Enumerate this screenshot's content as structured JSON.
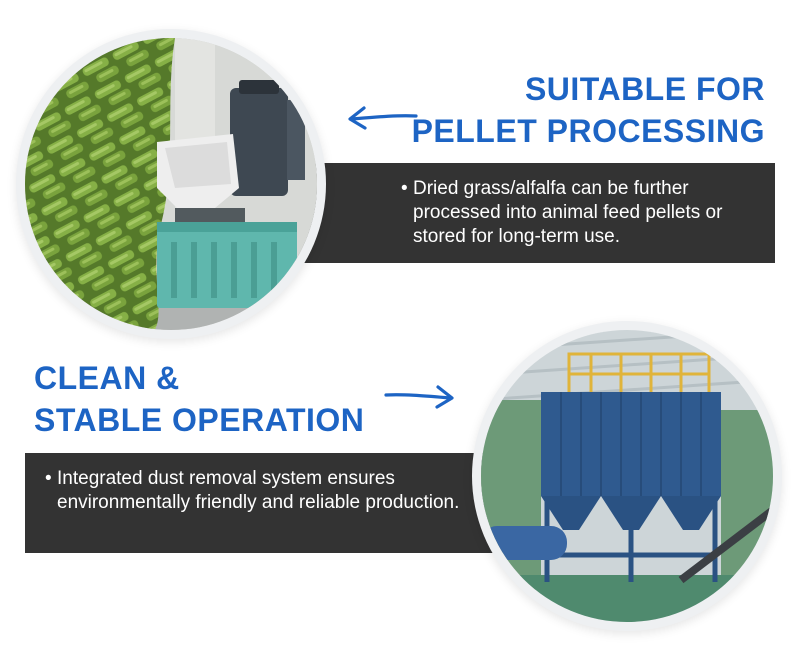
{
  "section_top": {
    "heading_line1": "SUITABLE FOR",
    "heading_line2": "PELLET PROCESSING",
    "bullet_symbol": "•",
    "bullet_text": "Dried grass/alfalfa can be further processed into animal feed pellets or stored for long-term use.",
    "arrow_direction": "left",
    "image_subject": "green alfalfa pellets beside a teal pellet mill machine"
  },
  "section_bottom": {
    "heading_line1": "CLEAN &",
    "heading_line2": "STABLE OPERATION",
    "bullet_symbol": "•",
    "bullet_text": "Integrated dust removal system ensures environmentally friendly and reliable production.",
    "arrow_direction": "right",
    "image_subject": "blue bag-filter dust collector on steel frame in factory"
  },
  "colors": {
    "heading_blue": "#1d64c4",
    "text_box_bg": "#333333",
    "text_white": "#ffffff",
    "machine_teal": "#5fb7ad",
    "pellet_green": "#7ea540",
    "dust_collector_blue": "#2f5a8f"
  }
}
